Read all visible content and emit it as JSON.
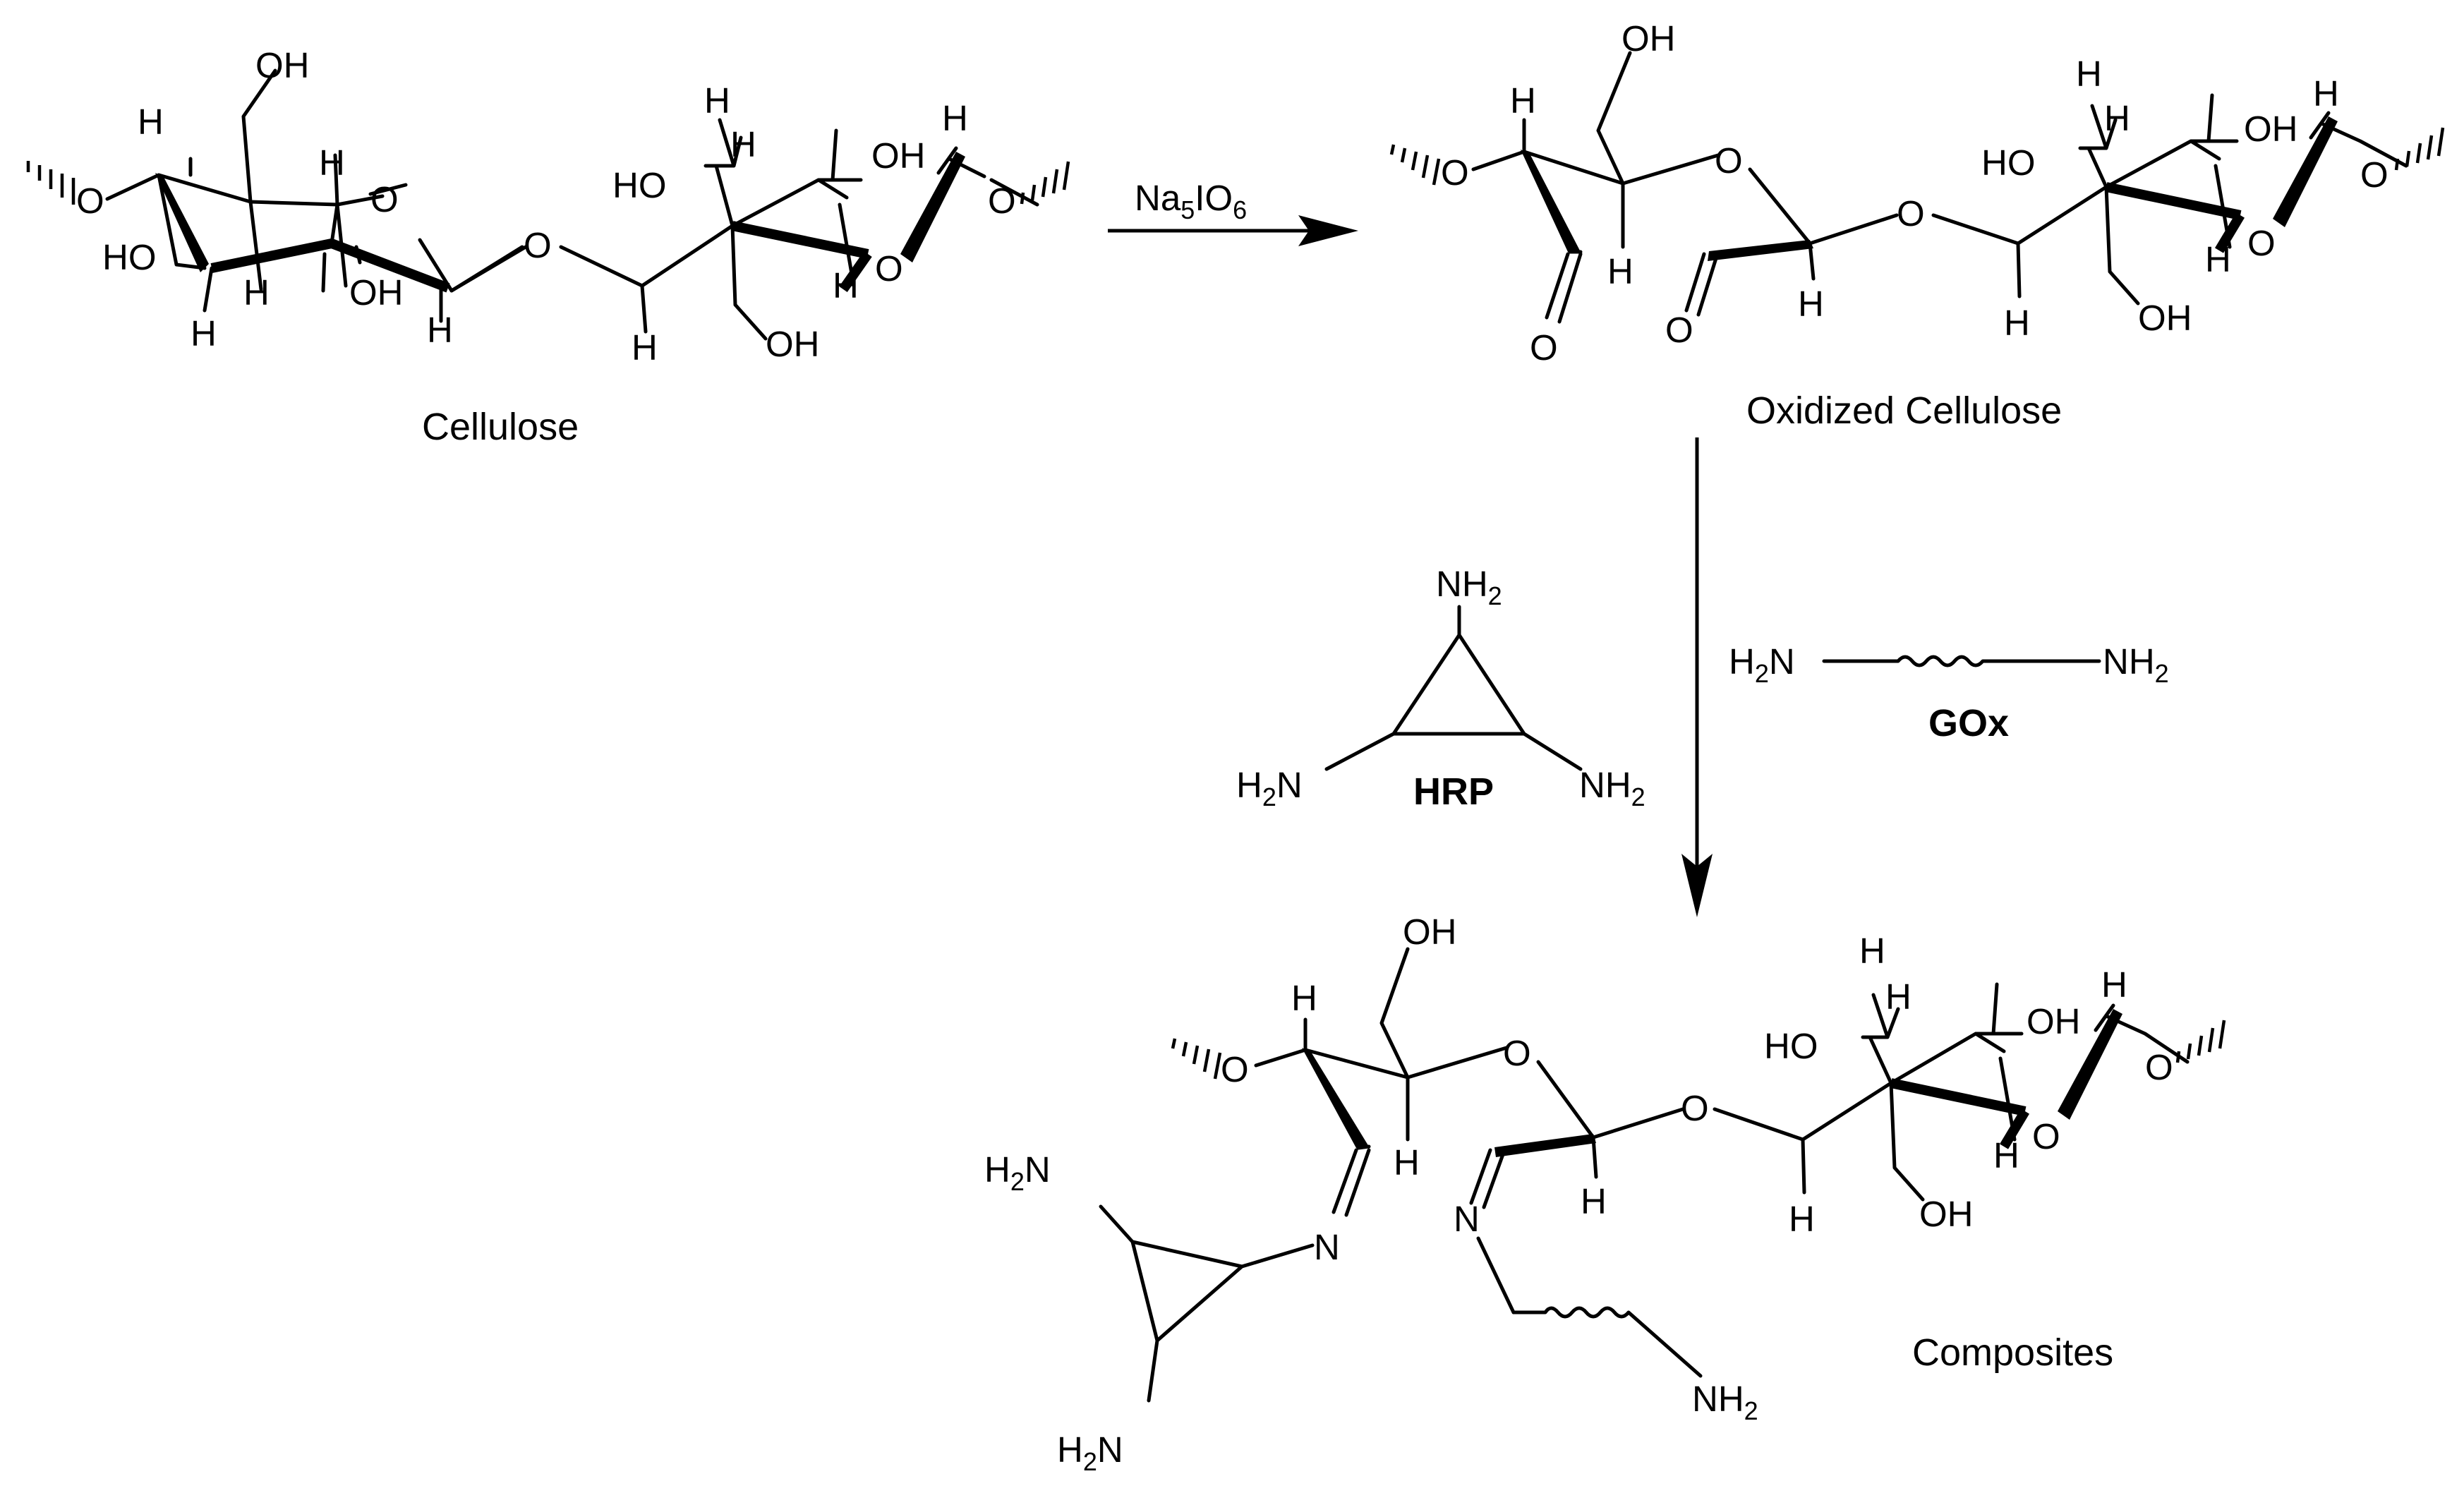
{
  "atoms": {
    "o": "O",
    "oh": "OH",
    "ho": "HO",
    "h": "H",
    "n": "N",
    "h2n_h": "H",
    "h2n_sub": "2",
    "h2n_n": "N",
    "nh2_nh": "NH",
    "nh2_sub": "2"
  },
  "reagent": {
    "part1": "Na",
    "sub1": "5",
    "part2": "IO",
    "sub2": "6"
  },
  "labels": {
    "cellulose": "Cellulose",
    "oxidized": "Oxidized Cellulose",
    "composites": "Composites",
    "hrp": "HRP",
    "gox": "GOx"
  }
}
